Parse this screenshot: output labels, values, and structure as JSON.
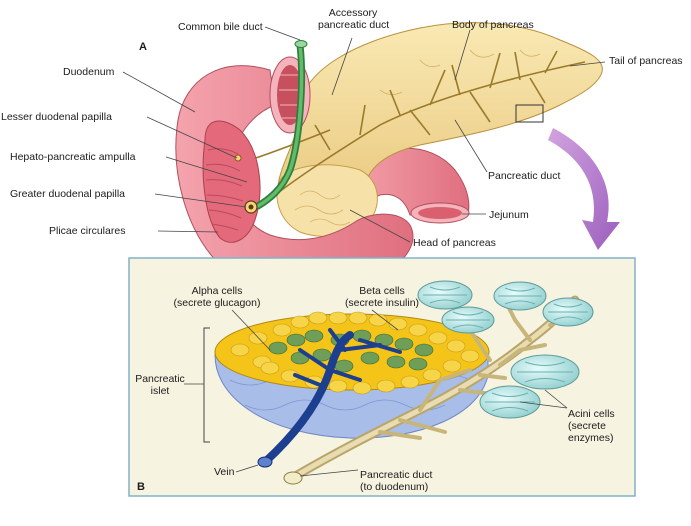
{
  "panel_a": {
    "letter": "A",
    "labels": {
      "common_bile_duct": "Common bile duct",
      "accessory_duct_1": "Accessory",
      "accessory_duct_2": "pancreatic duct",
      "body": "Body of pancreas",
      "tail": "Tail of pancreas",
      "duodenum": "Duodenum",
      "lesser_papilla": "Lesser duodenal papilla",
      "ampulla": "Hepato-pancreatic ampulla",
      "greater_papilla": "Greater duodenal papilla",
      "plicae": "Plicae circulares",
      "pancreatic_duct": "Pancreatic duct",
      "jejunum": "Jejunum",
      "head": "Head of pancreas"
    }
  },
  "panel_b": {
    "letter": "B",
    "labels": {
      "alpha_1": "Alpha cells",
      "alpha_2": "(secrete glucagon)",
      "beta_1": "Beta cells",
      "beta_2": "(secrete insulin)",
      "islet_1": "Pancreatic",
      "islet_2": "islet",
      "acini_1": "Acini cells",
      "acini_2": "(secrete",
      "acini_3": "enzymes)",
      "vein": "Vein",
      "duct_1": "Pancreatic duct",
      "duct_2": "(to duodenum)"
    }
  },
  "colors": {
    "pancreas": "#f4dc9a",
    "duodenum": "#ef8d9a",
    "bile_duct": "#3a9a4a",
    "panel_bg": "#f7f3e1",
    "beta_cells": "#f3c81f",
    "alpha_cells": "#6e9a58",
    "vein": "#1d3f8f",
    "acini": "#a9dcdc",
    "arrow": "#b27ac9"
  }
}
